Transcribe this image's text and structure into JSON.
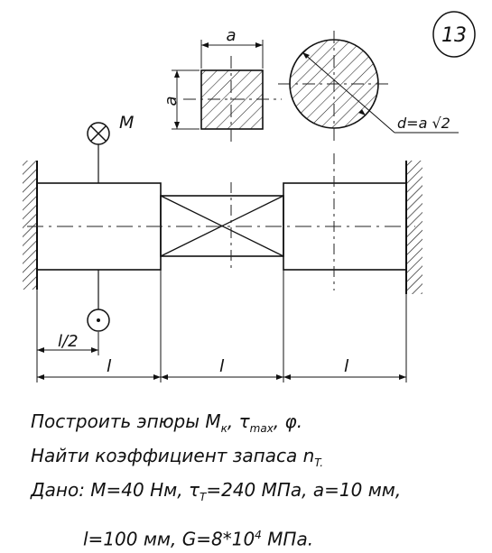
{
  "badge": "13",
  "labels": {
    "side_a_top": "a",
    "side_a_left": "a",
    "diameter": "d=a √2",
    "moment": "M",
    "half_length": "l/2",
    "span_1": "l",
    "span_2": "l",
    "span_3": "l"
  },
  "text": {
    "l1_pre": "Построить эпюры M",
    "l1_sub1": "к",
    "l1_mid1": ", τ",
    "l1_sub2": "max",
    "l1_end": ", φ.",
    "l2_pre": "Найти коэффициент запаса n",
    "l2_sub": "T.",
    "l3_pre": "Дано: M=40 Нм, τ",
    "l3_sub": "T",
    "l3_end": "=240 МПа, a=10 мм,",
    "l4_pre": "l=100 мм, G=8*10",
    "l4_sup": "4",
    "l4_end": " МПа."
  }
}
